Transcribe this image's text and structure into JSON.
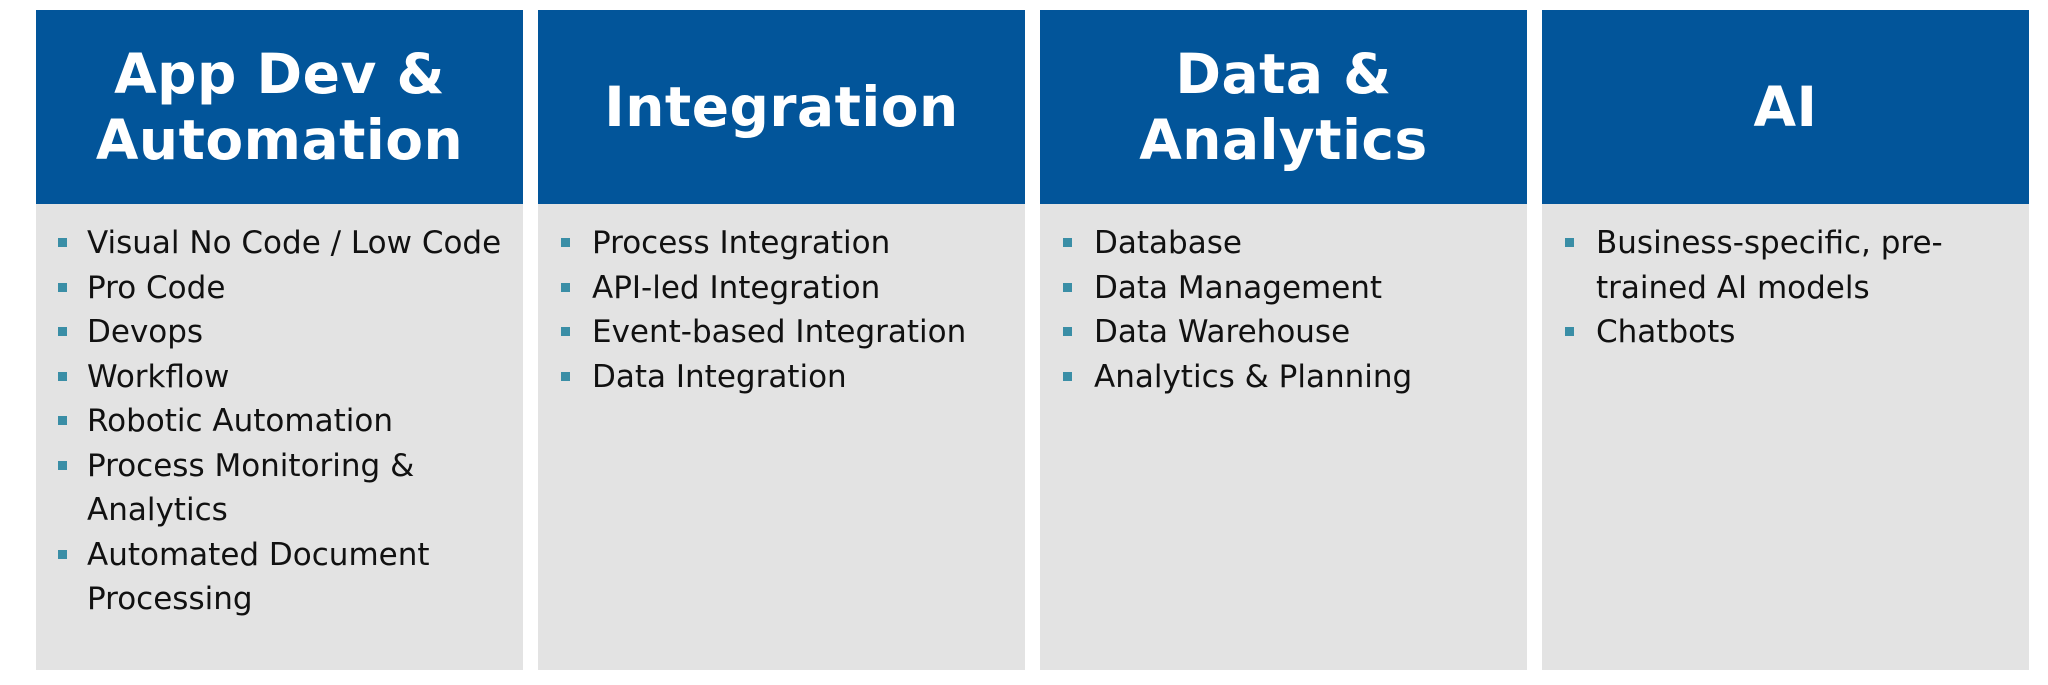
{
  "colors": {
    "header_bg": "#02559a",
    "header_text": "#ffffff",
    "body_bg": "#e3e3e3",
    "bullet": "#3a8ea6",
    "body_text": "#111111"
  },
  "columns": [
    {
      "title": "App Dev &\nAutomation",
      "items": [
        "Visual No Code / Low Code",
        "Pro Code",
        "Devops",
        "Workflow",
        "Robotic Automation",
        "Process Monitoring & Analytics",
        "Automated Document Processing"
      ]
    },
    {
      "title": "Integration",
      "items": [
        "Process Integration",
        "API-led Integration",
        "Event-based Integration",
        "Data Integration"
      ]
    },
    {
      "title": "Data &\nAnalytics",
      "items": [
        "Database",
        "Data Management",
        "Data Warehouse",
        "Analytics & Planning"
      ]
    },
    {
      "title": "AI",
      "items": [
        "Business-specific, pre-trained AI models",
        "Chatbots"
      ]
    }
  ]
}
